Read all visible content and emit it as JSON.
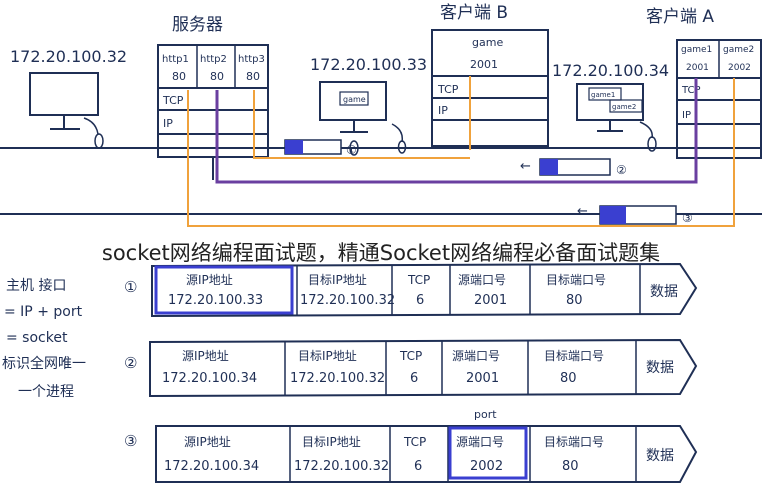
{
  "caption": "socket网络编程面试题，精通Socket网络编程必备面试题集",
  "server": {
    "title": "服务器",
    "ip": "172.20.100.32",
    "ports": [
      {
        "proto": "http1",
        "port": "80"
      },
      {
        "proto": "http2",
        "port": "80"
      },
      {
        "proto": "http3",
        "port": "80"
      }
    ],
    "tcp": "TCP",
    "ip_label": "IP"
  },
  "client_b": {
    "title": "客户端 B",
    "ip": "172.20.100.33",
    "apps": [
      {
        "name": "game",
        "port": "2001"
      }
    ],
    "screen_label": "game",
    "tcp": "TCP",
    "ip_label": "IP"
  },
  "client_a": {
    "title": "客户端 A",
    "ip": "172.20.100.34",
    "apps": [
      {
        "name": "game1",
        "port": "2001"
      },
      {
        "name": "game2",
        "port": "2002"
      }
    ],
    "screen_labels": [
      "game1",
      "game2"
    ],
    "tcp": "TCP",
    "ip_label": "IP"
  },
  "notes": [
    "主机 接口",
    "= IP + port",
    "= socket",
    "标识全网唯一",
    "一个进程"
  ],
  "packets": [
    {
      "index": "①",
      "src_ip_h": "源IP地址",
      "src_ip": "172.20.100.33",
      "dst_ip_h": "目标IP地址",
      "dst_ip": "172.20.100.32",
      "proto_h": "TCP",
      "proto": "6",
      "src_port_h": "源端口号",
      "src_port": "2001",
      "dst_port_h": "目标端口号",
      "dst_port": "80",
      "data": "数据"
    },
    {
      "index": "②",
      "src_ip_h": "源IP地址",
      "src_ip": "172.20.100.34",
      "dst_ip_h": "目标IP地址",
      "dst_ip": "172.20.100.32",
      "proto_h": "TCP",
      "proto": "6",
      "src_port_h": "源端口号",
      "src_port": "2001",
      "dst_port_h": "目标端口号",
      "dst_port": "80",
      "data": "数据"
    },
    {
      "index": "③",
      "src_ip_h": "源IP地址",
      "src_ip": "172.20.100.34",
      "dst_ip_h": "目标IP地址",
      "dst_ip": "172.20.100.32",
      "proto_h": "TCP",
      "proto": "6",
      "src_port_h": "源端口号",
      "src_port": "2002",
      "dst_port_h": "目标端口号",
      "dst_port": "80",
      "data": "数据"
    }
  ],
  "port_note": "port",
  "flow_markers": [
    "①",
    "②",
    "③"
  ],
  "colors": {
    "ink": "#1f2f55",
    "highlight": "#3a3fd0",
    "orange": "#f0a23c",
    "purple": "#6a3fa0"
  }
}
